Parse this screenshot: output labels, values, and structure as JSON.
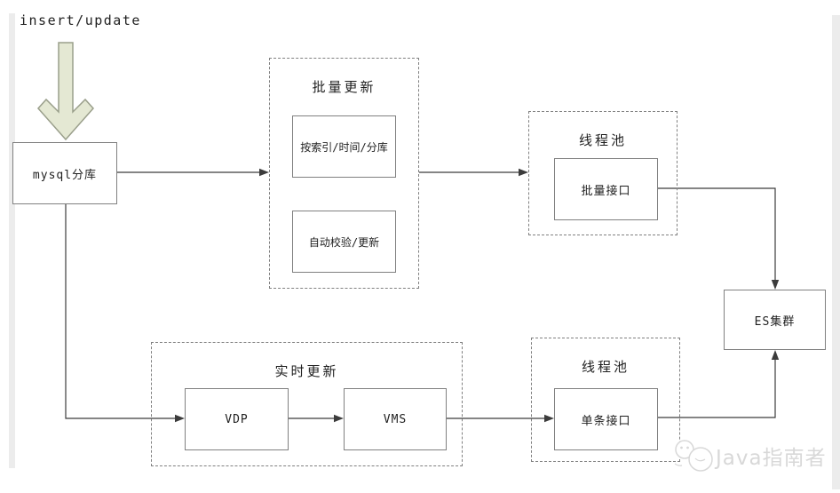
{
  "colors": {
    "line_color": "#3c3c3c",
    "border_color": "#808080",
    "arrow_fill": "#e4e8d3",
    "arrow_stroke": "#9a9f8b",
    "watermark_color": "#d8d8d8",
    "strip_color": "#ececec"
  },
  "diagram": {
    "source_label": "insert/update",
    "mysql_node": "mysql分库",
    "batch_group": {
      "title": "批量更新",
      "step1": "按索引/时间/分库",
      "step2": "自动校验/更新"
    },
    "thread_pool_top": {
      "title": "线程池",
      "node": "批量接口"
    },
    "realtime_group": {
      "title": "实时更新",
      "step1": "VDP",
      "step2": "VMS"
    },
    "thread_pool_bottom": {
      "title": "线程池",
      "node": "单条接口"
    },
    "es_node": "ES集群",
    "watermark": "Java指南者"
  }
}
